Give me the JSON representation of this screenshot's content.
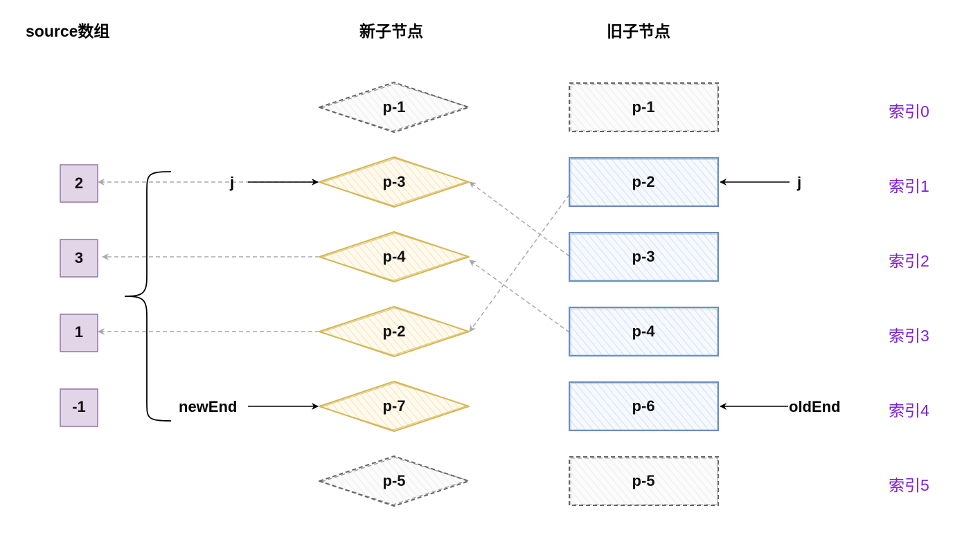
{
  "headers": {
    "source": "source数组",
    "new_children": "新子节点",
    "old_children": "旧子节点"
  },
  "source_array": [
    "2",
    "3",
    "1",
    "-1"
  ],
  "new_children": [
    {
      "label": "p-1",
      "style": "dashed"
    },
    {
      "label": "p-3",
      "style": "highlight"
    },
    {
      "label": "p-4",
      "style": "highlight"
    },
    {
      "label": "p-2",
      "style": "highlight"
    },
    {
      "label": "p-7",
      "style": "highlight"
    },
    {
      "label": "p-5",
      "style": "dashed"
    }
  ],
  "old_children": [
    {
      "label": "p-1",
      "style": "dashed"
    },
    {
      "label": "p-2",
      "style": "highlight"
    },
    {
      "label": "p-3",
      "style": "highlight"
    },
    {
      "label": "p-4",
      "style": "highlight"
    },
    {
      "label": "p-6",
      "style": "highlight"
    },
    {
      "label": "p-5",
      "style": "dashed"
    }
  ],
  "indices": [
    "索引0",
    "索引1",
    "索引2",
    "索引3",
    "索引4",
    "索引5"
  ],
  "pointers": {
    "new_j": "j",
    "new_end": "newEnd",
    "old_j": "j",
    "old_end": "oldEnd"
  },
  "colors": {
    "new_fill": "#fff2cc",
    "new_stroke": "#d6b656",
    "old_fill": "#dae8fc",
    "old_stroke": "#6c8ebf",
    "src_fill": "#e1d5e7",
    "src_stroke": "#9673a6",
    "dashed_stroke": "#666666",
    "grey_arrow": "#a9a9a9",
    "index_text": "#7f1fd6"
  }
}
